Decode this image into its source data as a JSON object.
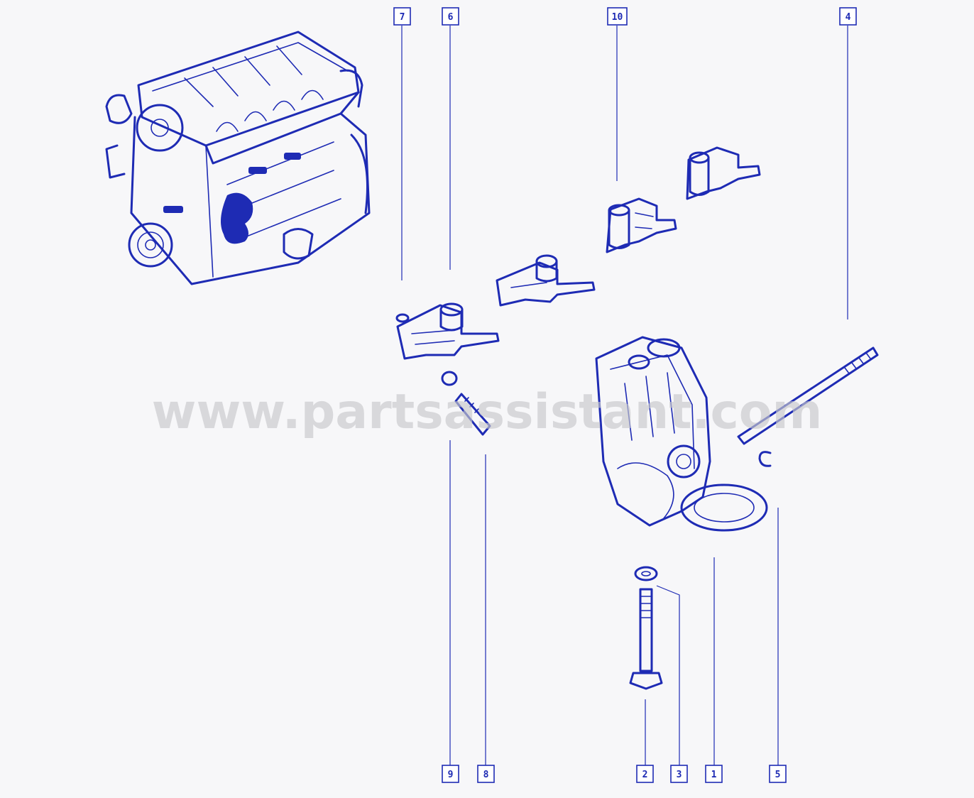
{
  "watermark": "www.partsassistant.com",
  "colors": {
    "ink": "#1e2bb4",
    "background": "#f7f7f9"
  },
  "callouts": {
    "c7": "7",
    "c6": "6",
    "c10": "10",
    "c4": "4",
    "c9": "9",
    "c8": "8",
    "c2": "2",
    "c3": "3",
    "c1": "1",
    "c5": "5"
  }
}
